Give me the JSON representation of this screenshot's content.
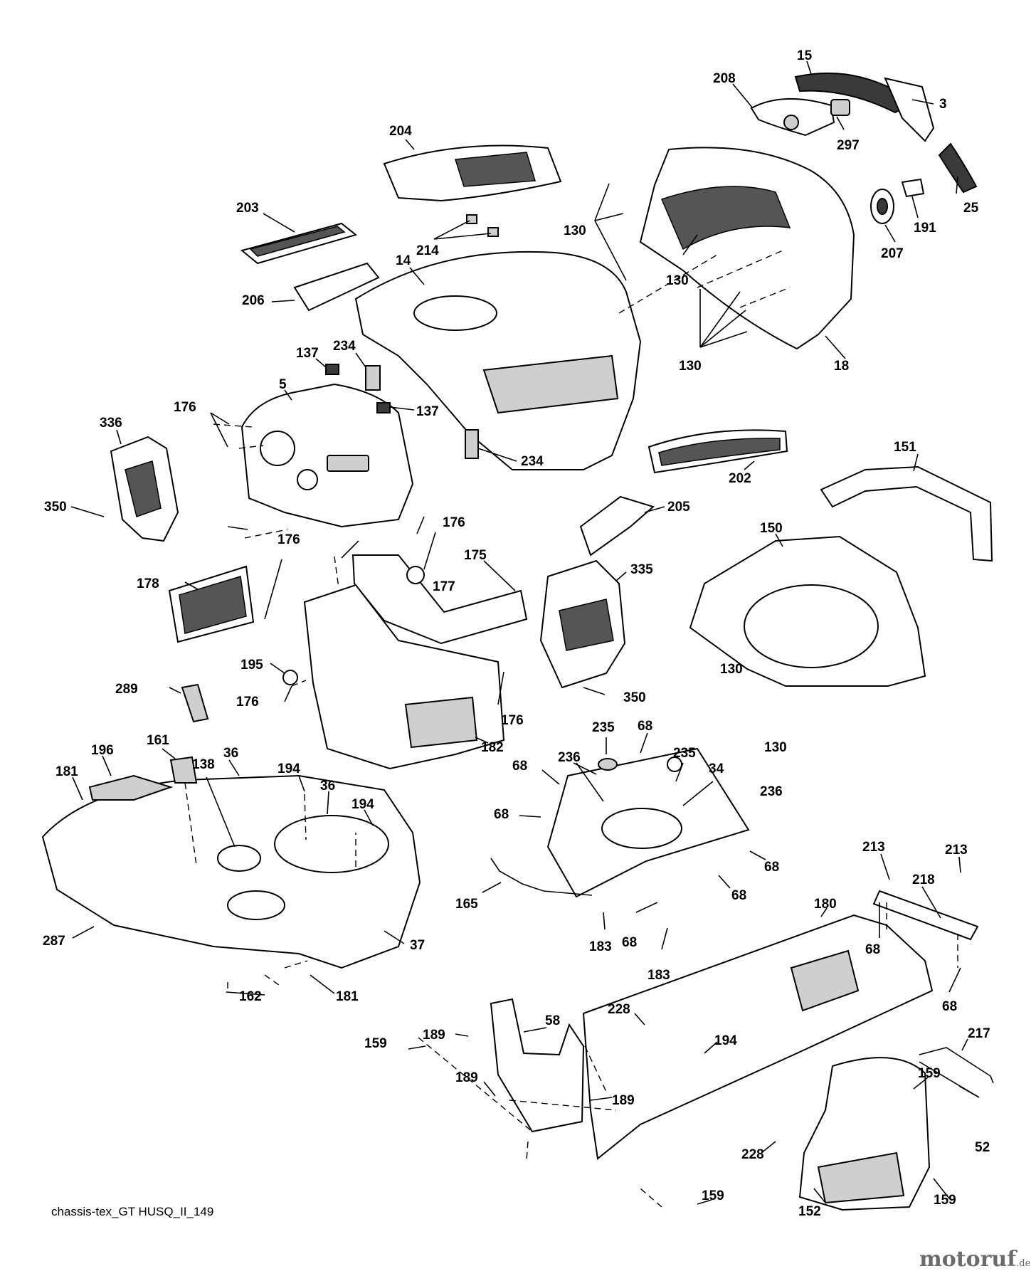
{
  "diagram": {
    "callouts": [
      "15",
      "208",
      "3",
      "297",
      "25",
      "191",
      "207",
      "204",
      "203",
      "214",
      "206",
      "14",
      "130",
      "18",
      "137",
      "234",
      "5",
      "176",
      "336",
      "350",
      "202",
      "151",
      "205",
      "150",
      "175",
      "177",
      "178",
      "335",
      "195",
      "289",
      "182",
      "196",
      "161",
      "181",
      "138",
      "36",
      "194",
      "287",
      "37",
      "162",
      "235",
      "68",
      "236",
      "34",
      "213",
      "218",
      "165",
      "183",
      "180",
      "58",
      "189",
      "159",
      "228",
      "217",
      "152",
      "52"
    ],
    "caption": "chassis-tex_GT HUSQ_II_149",
    "watermark": {
      "name": "motoruf",
      "tld": ".de"
    }
  }
}
